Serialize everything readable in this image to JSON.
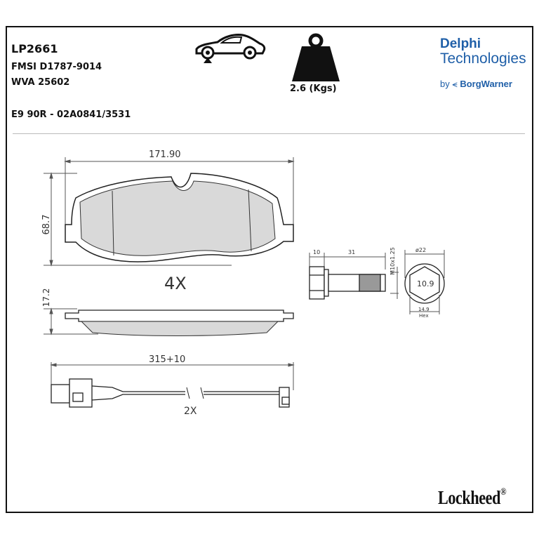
{
  "header": {
    "part_number": "LP2661",
    "fmsi": "FMSI D1787-9014",
    "wva": "WVA 25602",
    "ece": "E9 90R - 02A0841/3531",
    "weight": "2.6 (Kgs)",
    "axle_icon": "car-front-axle-icon",
    "weight_icon": "weight-icon"
  },
  "brand": {
    "line1": "Delphi",
    "line2": "Technologies",
    "by": "by",
    "partner": "BorgWarner",
    "footer_logo": "Lockheed",
    "footer_mark": "®",
    "color": "#1f5fa8"
  },
  "drawing": {
    "pad_width": "171.90",
    "pad_height": "68.7",
    "pad_thickness": "17.2",
    "quantity_pads": "4X",
    "sensor_length": "315+10",
    "quantity_sensors": "2X",
    "bolt": {
      "head_length": "10",
      "shank_length": "31",
      "thread": "M10x1.25",
      "diameter": "ø22",
      "inner": "10.9",
      "hex": "14.9",
      "hex_label": "Hex"
    }
  }
}
